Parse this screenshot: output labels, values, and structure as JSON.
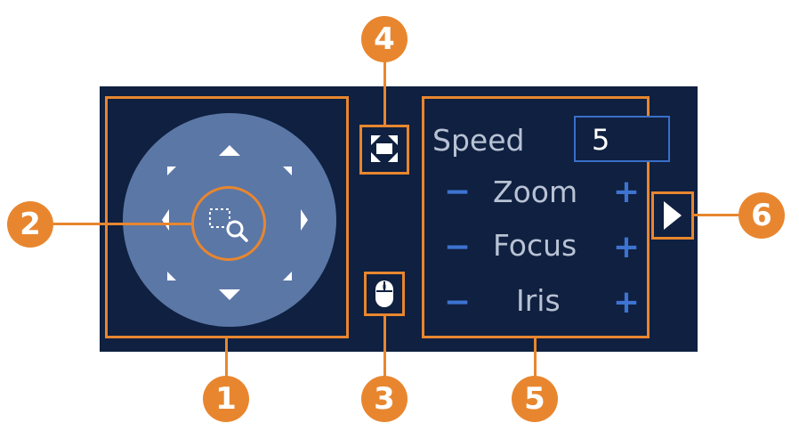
{
  "ptz": {
    "speed_label": "Speed",
    "speed_value": "5",
    "rows": [
      {
        "label": "Zoom",
        "minus": "−",
        "plus": "+"
      },
      {
        "label": "Focus",
        "minus": "−",
        "plus": "+"
      },
      {
        "label": "Iris",
        "minus": "−",
        "plus": "+"
      }
    ]
  },
  "callouts": [
    "1",
    "2",
    "3",
    "4",
    "5",
    "6"
  ],
  "icons": {
    "direction_pad": "direction-pad",
    "zoom_area": "magnifier-dashed-box-icon",
    "fullscreen": "fullscreen-icon",
    "mouse": "mouse-icon",
    "expand": "play-arrow-icon"
  },
  "colors": {
    "panel": "#0f2040",
    "highlight": "#e8862f",
    "pad": "#5b77a6",
    "accent": "#3d73d1"
  }
}
